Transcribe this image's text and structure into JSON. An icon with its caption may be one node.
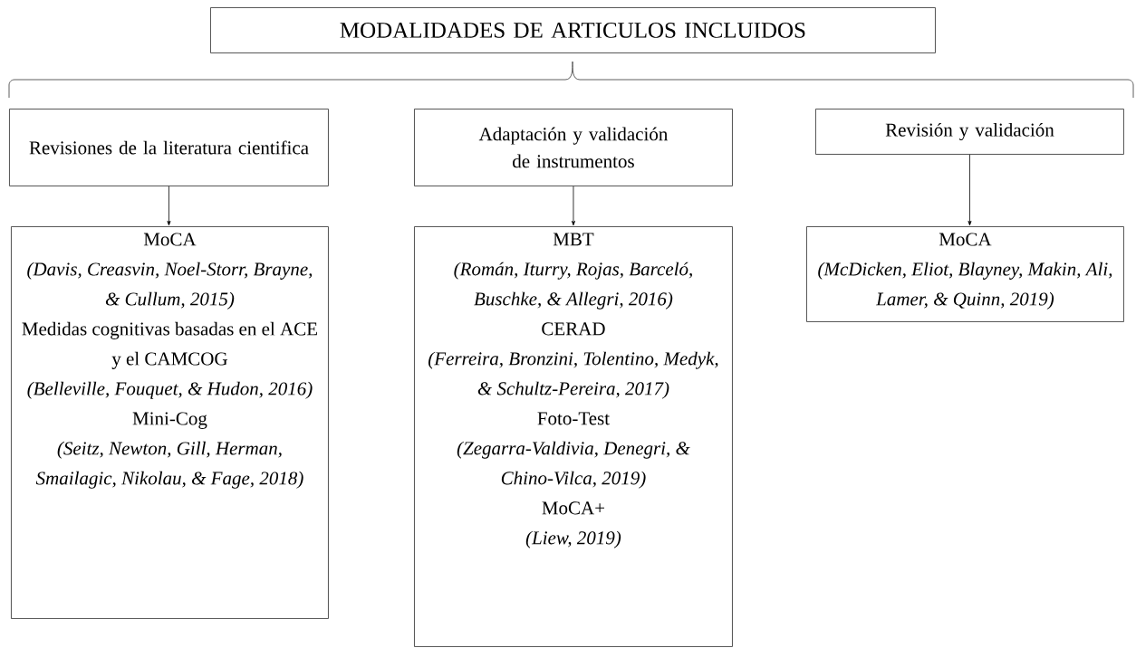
{
  "diagram": {
    "nodes": [
      {
        "text": [
          "MODALIDADES DE ARTICULOS INCLUIDOS"
        ]
      },
      {
        "text": [
          "Revisiones de la literatura cientifica"
        ]
      },
      {
        "text": [
          "Adaptación y validación de instrumentos"
        ]
      },
      {
        "text": [
          "Revisión y validación"
        ]
      },
      {
        "text": [
          "MoCA",
          "(Davis, Creasvin, Noel-Storr, Brayne, & Cullum, 2015)",
          "Medidas cognitivas basadas en el ACE y el CAMCOG",
          "(Belleville, Fouquet, & Hudon, 2016)",
          "Mini-Cog",
          "(Seitz, Newton, Gill, Herman, Smailagic, Nikolau, & Fage, 2018)"
        ]
      },
      {
        "text": [
          "MBT",
          "(Román, Iturry, Rojas, Barceló, Buschke, & Allegri, 2016)",
          "CERAD",
          "(Ferreira, Bronzini, Tolentino, Medyk, & Schultz-Pereira, 2017)",
          "Foto-Test",
          "(Zegarra-Valdivia, Denegri, & Chino-Vilca, 2019)",
          "MoCA+",
          "(Liew, 2019)"
        ]
      },
      {
        "text": [
          "MoCA",
          "(McDicken, Eliot, Blayney, Makin, Ali, Lamer, & Quinn, 2019)"
        ]
      }
    ],
    "edges": [
      {
        "from": 1,
        "to": 4,
        "arrow": "to"
      },
      {
        "from": 2,
        "to": 5,
        "arrow": "to"
      },
      {
        "from": 3,
        "to": 6,
        "arrow": "to"
      }
    ]
  }
}
